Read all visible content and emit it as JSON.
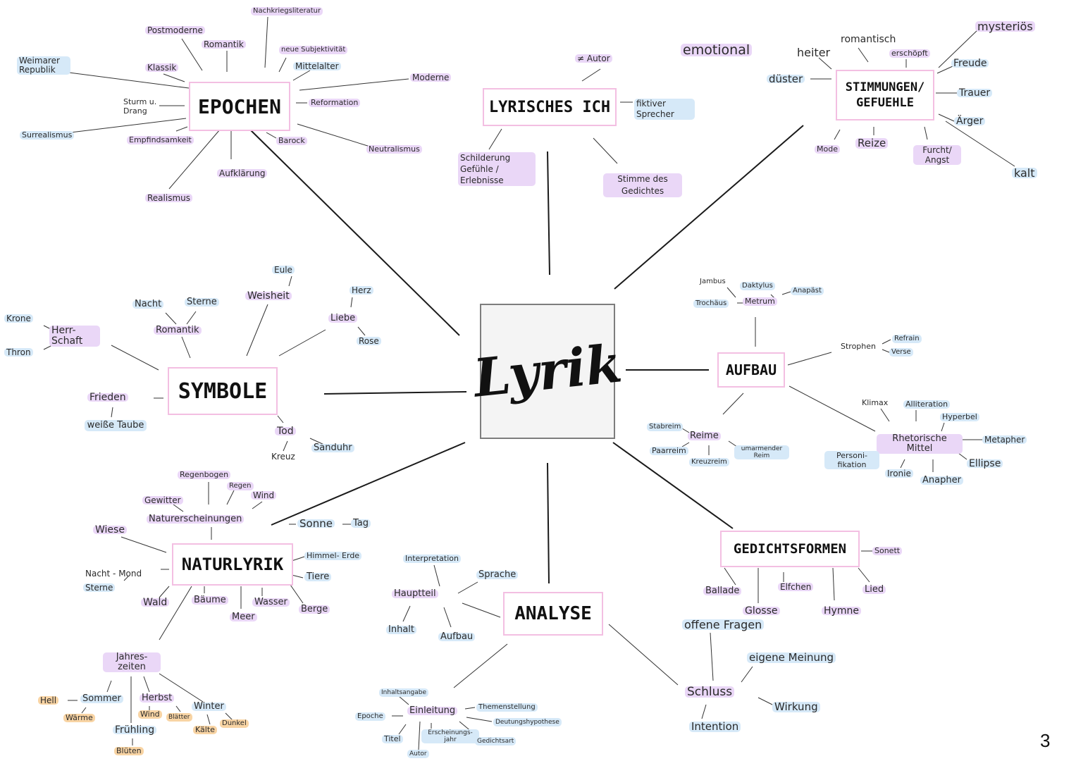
{
  "center": "Lyrik",
  "page_number": "3",
  "branches": {
    "epochen": "EPOCHEN",
    "lyrisches_ich": "LYRISCHES ICH",
    "stimmungen": "STIMMUNGEN/ GEFUEHLE",
    "symbole": "SYMBOLE",
    "aufbau": "AUFBAU",
    "naturlyrik": "NATURLYRIK",
    "analyse": "ANALYSE",
    "gedichtsformen": "GEDICHTSFORMEN"
  },
  "labels": {
    "epochen": {
      "nachkriegsliteratur": "Nachkriegsliteratur",
      "postmoderne": "Postmoderne",
      "romantik": "Romantik",
      "neue_subjektivitaet": "neue Subjektivität",
      "weimarer": "Weimarer Republik",
      "klassik": "Klassik",
      "mittelalter": "Mittelalter",
      "moderne": "Moderne",
      "sturm": "Sturm u. Drang",
      "reformation": "Reformation",
      "surrealismus": "Surrealismus",
      "empfindsamkeit": "Empfindsamkeit",
      "barock": "Barock",
      "neutralismus": "Neutralismus",
      "aufklaerung": "Aufklärung",
      "realismus": "Realismus"
    },
    "lyrisches_ich": {
      "autor": "≠ Autor",
      "fiktiver": "fiktiver Sprecher",
      "schilderung": "Schilderung Gefühle / Erlebnisse",
      "stimme": "Stimme des Gedichtes"
    },
    "stimmungen": {
      "emotional": "emotional",
      "heiter": "heiter",
      "romantisch": "romantisch",
      "mysterioes": "mysteriös",
      "erschoepft": "erschöpft",
      "freude": "Freude",
      "duester": "düster",
      "trauer": "Trauer",
      "aerger": "Ärger",
      "mode": "Mode",
      "reize": "Reize",
      "furcht": "Furcht/ Angst",
      "kalt": "kalt"
    },
    "symbole": {
      "eule": "Eule",
      "weisheit": "Weisheit",
      "herz": "Herz",
      "nacht": "Nacht",
      "sterne": "Sterne",
      "liebe": "Liebe",
      "krone": "Krone",
      "herrschaft": "Herr- Schaft",
      "romantik": "Romantik",
      "rose": "Rose",
      "thron": "Thron",
      "frieden": "Frieden",
      "weisse": "weiße Taube",
      "tod": "Tod",
      "kreuz": "Kreuz",
      "sanduhr": "Sanduhr"
    },
    "aufbau": {
      "jambus": "Jambus",
      "daktylus": "Daktylus",
      "anapaest": "Anapäst",
      "trochaeus": "Trochäus",
      "metrum": "Metrum",
      "refrain": "Refrain",
      "strophen": "Strophen",
      "verse": "Verse",
      "klimax": "Klimax",
      "alliteration": "Alliteration",
      "hyperbel": "Hyperbel",
      "stabreim": "Stabreim",
      "reime": "Reime",
      "rhetorische": "Rhetorische Mittel",
      "metapher": "Metapher",
      "paarreim": "Paarreim",
      "umarmender": "umarmender Reim",
      "kreuzreim": "Kreuzreim",
      "personifikation": "Personi- fikation",
      "ellipse": "Ellipse",
      "ironie": "Ironie",
      "anapher": "Anapher"
    },
    "naturlyrik": {
      "regenbogen": "Regenbogen",
      "regen": "Regen",
      "wind": "Wind",
      "gewitter": "Gewitter",
      "naturerscheinungen": "Naturerscheinungen",
      "sonne": "Sonne",
      "tag": "Tag",
      "wiese": "Wiese",
      "himmel": "Himmel- Erde",
      "nacht_mond": "Nacht - Mond",
      "sterne": "Sterne",
      "tiere": "Tiere",
      "wald": "Wald",
      "baeume": "Bäume",
      "wasser": "Wasser",
      "berge": "Berge",
      "meer": "Meer",
      "jahreszeiten": "Jahres- zeiten",
      "hell": "Hell",
      "sommer": "Sommer",
      "herbst": "Herbst",
      "winter": "Winter",
      "waerme": "Wärme",
      "wind2": "Wind",
      "blaetter": "Blätter",
      "dunkel": "Dunkel",
      "fruehling": "Frühling",
      "kaelte": "Kälte",
      "blueten": "Blüten"
    },
    "analyse": {
      "interpretation": "Interpretation",
      "sprache": "Sprache",
      "hauptteil": "Hauptteil",
      "inhalt": "Inhalt",
      "aufbau": "Aufbau",
      "inhaltsangabe": "Inhaltsangabe",
      "themenstellung": "Themenstellung",
      "epoche": "Epoche",
      "einleitung": "Einleitung",
      "deutungshypothese": "Deutungshypothese",
      "titel": "Titel",
      "erscheinungsjahr": "Erscheinungs- jahr",
      "gedichtsart": "Gedichtsart",
      "autor": "Autor"
    },
    "gedichtsformen": {
      "sonett": "Sonett",
      "ballade": "Ballade",
      "elfchen": "Elfchen",
      "lied": "Lied",
      "glosse": "Glosse",
      "hymne": "Hymne"
    },
    "schluss": {
      "offene_fragen": "offene Fragen",
      "eigene_meinung": "eigene Meinung",
      "schluss": "Schluss",
      "wirkung": "Wirkung",
      "intention": "Intention"
    }
  },
  "colors": {
    "pink_highlight": "#ead7f7",
    "blue_highlight": "#d6e9f8",
    "orange_highlight": "#f8d4a4",
    "box_border": "#f3bfe2"
  }
}
